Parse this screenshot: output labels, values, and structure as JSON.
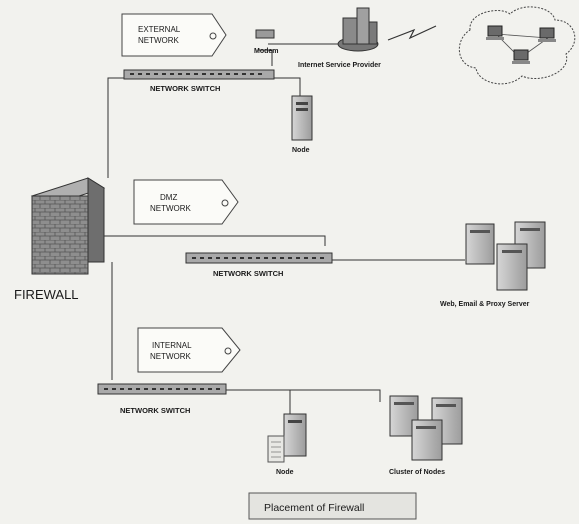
{
  "labels": {
    "external_network": [
      "EXTERNAL",
      "NETWORK"
    ],
    "dmz_network": [
      "DMZ",
      "NETWORK"
    ],
    "internal_network": [
      "INTERNAL",
      "NETWORK"
    ],
    "modem": "Modem",
    "isp": "Internet Service Provider",
    "switch_top": "NETWORK SWITCH",
    "switch_middle": "NETWORK SWITCH",
    "switch_bottom": "NETWORK SWITCH",
    "node_top": "Node",
    "node_bottom": "Node",
    "firewall": "FIREWALL",
    "servers": "Web, Email & Proxy Server",
    "cluster": "Cluster of Nodes",
    "caption": "Placement of Firewall"
  },
  "icons": [
    "network-tag-icon",
    "modem-icon",
    "isp-building-icon",
    "lightning-link-icon",
    "internet-cloud-icon",
    "computer-icon",
    "network-switch-icon",
    "server-tower-icon",
    "firewall-brick-wall-icon",
    "server-cluster-icon"
  ],
  "colors": {
    "ink": "#1a1a1a",
    "paper": "#f2f2ee",
    "wall": "#8e8e8e",
    "switch": "#a9a9a9",
    "server": "#bdbdbd"
  }
}
